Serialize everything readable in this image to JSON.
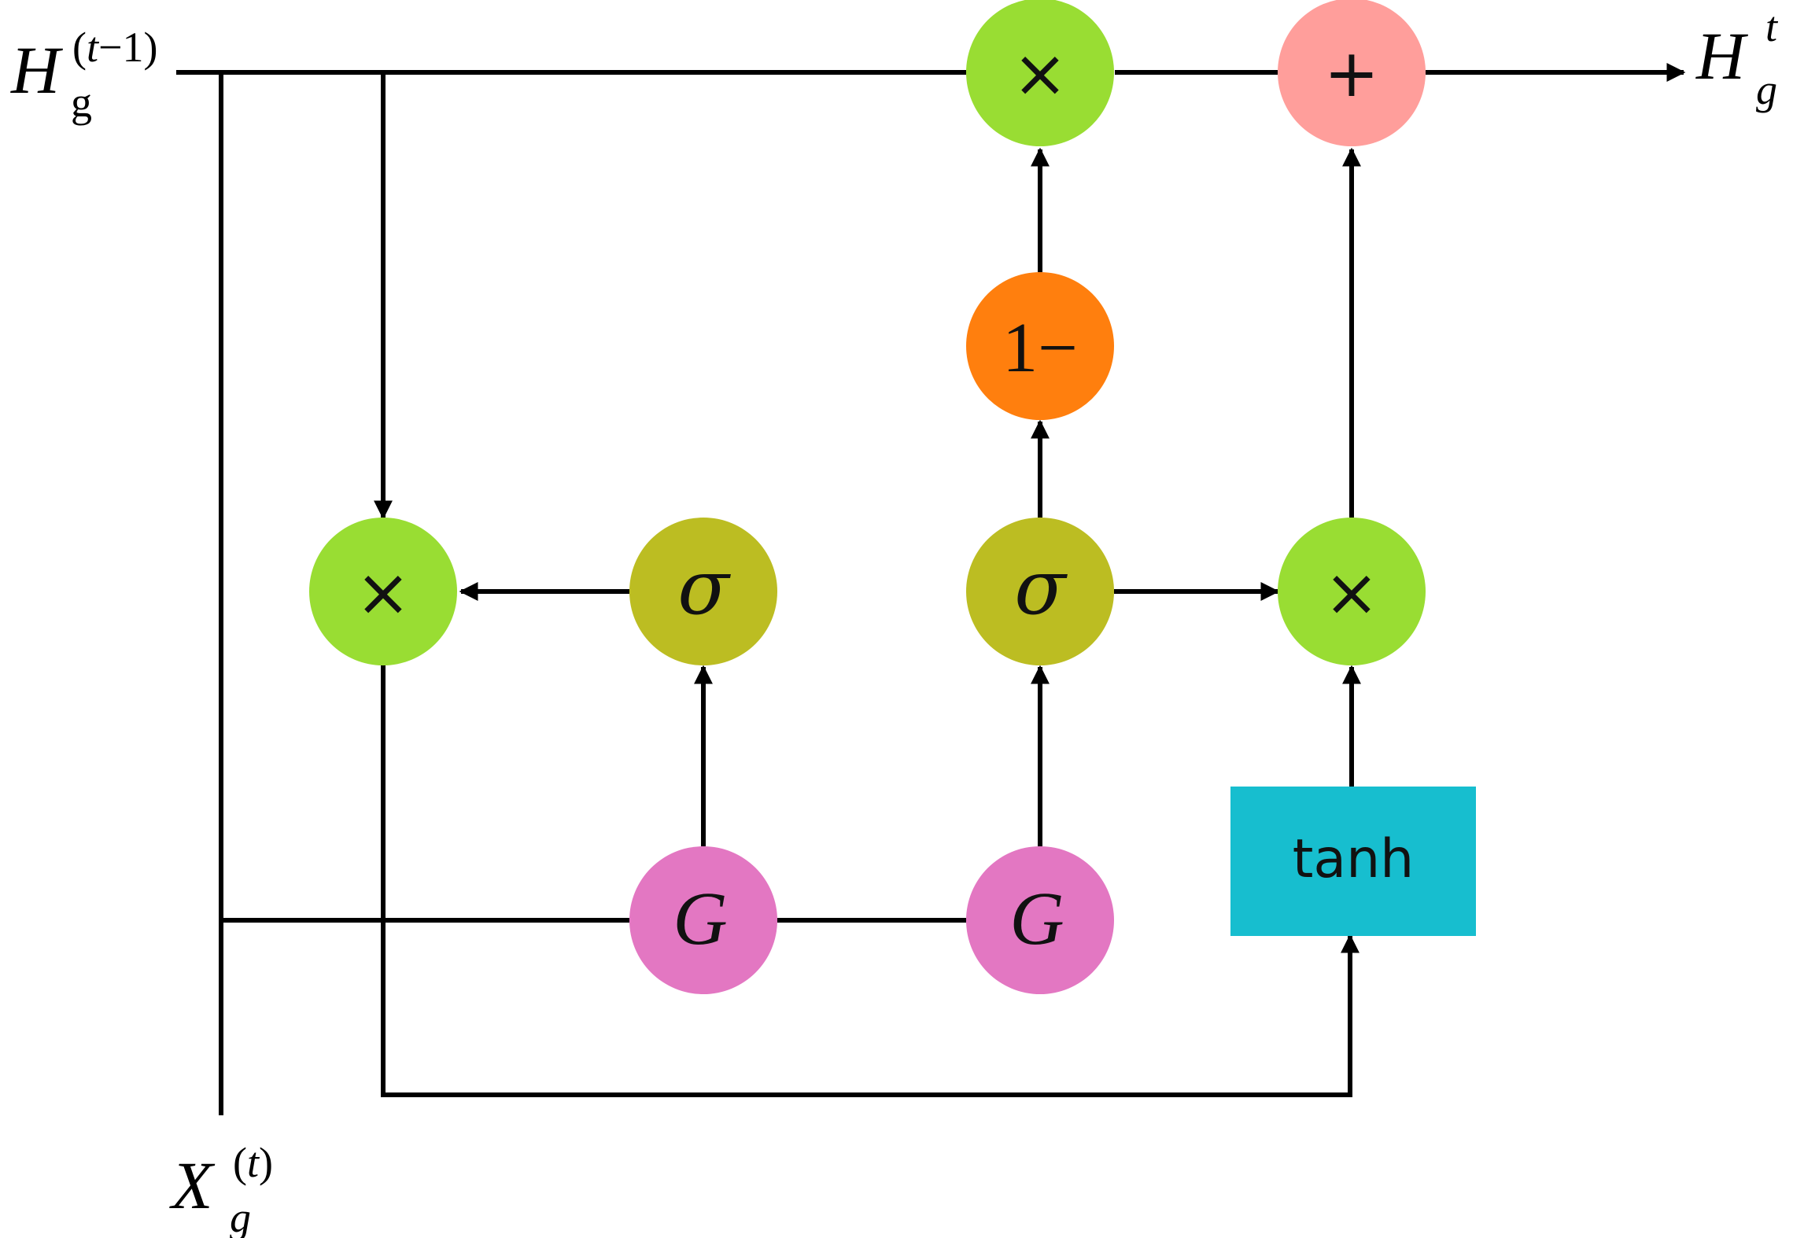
{
  "labels": {
    "h_prev": {
      "main": "H",
      "sub": "g",
      "sup_open": "(",
      "sup_var": "t",
      "sup_rest": "−1)"
    },
    "x_in": {
      "main": "X",
      "sub": "g",
      "sup_open": "(",
      "sup_var": "t",
      "sup_close": ")"
    },
    "h_out": {
      "main": "H",
      "sub": "g",
      "sup": "t"
    }
  },
  "nodes": {
    "top_multiply": "×",
    "top_add": "+",
    "one_minus": "1−",
    "left_multiply": "×",
    "left_sigma": "σ",
    "mid_sigma": "σ",
    "right_multiply": "×",
    "left_gcn": "G",
    "mid_gcn": "G",
    "tanh": "tanh"
  },
  "colors": {
    "multiply": "#99dd33",
    "add": "#ff9e9b",
    "one_minus": "#ff7f0e",
    "sigma": "#bcbd22",
    "gcn": "#e377c2",
    "tanh": "#17becf"
  }
}
